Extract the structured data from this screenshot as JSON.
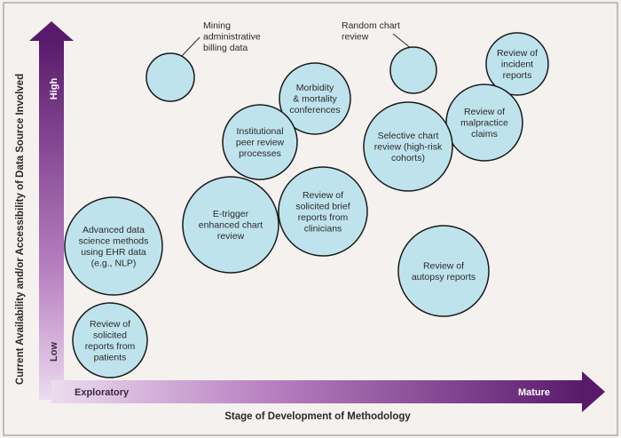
{
  "diagram": {
    "x_axis": {
      "title": "Stage of Development of Methodology",
      "low_label": "Exploratory",
      "high_label": "Mature"
    },
    "y_axis": {
      "title": "Current Availability and/or Accessibility of Data Source Involved",
      "low_label": "Low",
      "high_label": "High"
    },
    "bubbles": [
      {
        "id": "mining",
        "lines": [],
        "callout": [
          "Mining",
          "administrative",
          "billing data"
        ]
      },
      {
        "id": "random-chart",
        "lines": [],
        "callout": [
          "Random chart",
          "review"
        ]
      },
      {
        "id": "incident",
        "lines": [
          "Review of",
          "incident",
          "reports"
        ]
      },
      {
        "id": "morbidity",
        "lines": [
          "Morbidity",
          "& mortality",
          "conferences"
        ]
      },
      {
        "id": "malpractice",
        "lines": [
          "Review of",
          "malpractice",
          "claims"
        ]
      },
      {
        "id": "institutional",
        "lines": [
          "Institutional",
          "peer review",
          "processes"
        ]
      },
      {
        "id": "selective",
        "lines": [
          "Selective chart",
          "review (high-risk",
          "cohorts)"
        ]
      },
      {
        "id": "solicited-clinicians",
        "lines": [
          "Review of",
          "solicited brief",
          "reports from",
          "clinicians"
        ]
      },
      {
        "id": "etrigger",
        "lines": [
          "E-trigger",
          "enhanced chart",
          "review"
        ]
      },
      {
        "id": "advanced",
        "lines": [
          "Advanced data",
          "science methods",
          "using EHR data",
          "(e.g., NLP)"
        ]
      },
      {
        "id": "autopsy",
        "lines": [
          "Review of",
          "autopsy reports"
        ]
      },
      {
        "id": "solicited-patients",
        "lines": [
          "Review of",
          "solicited",
          "reports from",
          "patients"
        ]
      }
    ]
  }
}
